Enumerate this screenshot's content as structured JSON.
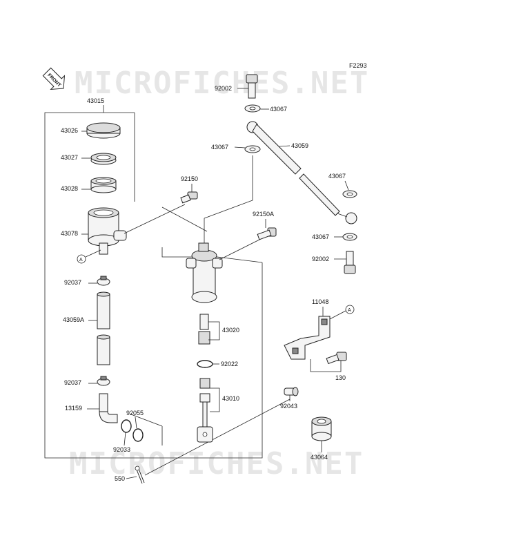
{
  "figure_code": "F2293",
  "watermark": "MICROFICHES.NET",
  "front_label": "FRONT",
  "ref_marker": "A",
  "parts": {
    "p43015": "43015",
    "p43026": "43026",
    "p43027": "43027",
    "p43028": "43028",
    "p43078": "43078",
    "p92037a": "92037",
    "p43059A": "43059A",
    "p92037b": "92037",
    "p13159": "13159",
    "p92055": "92055",
    "p92033": "92033",
    "p550": "550",
    "p92002a": "92002",
    "p43067a": "43067",
    "p43067b": "43067",
    "p43059": "43059",
    "p43067c": "43067",
    "p92150": "92150",
    "p92150A": "92150A",
    "p43067d": "43067",
    "p92002b": "92002",
    "p11048": "11048",
    "p43020": "43020",
    "p92022": "92022",
    "p43010": "43010",
    "p92043": "92043",
    "p130": "130",
    "p43064": "43064"
  }
}
